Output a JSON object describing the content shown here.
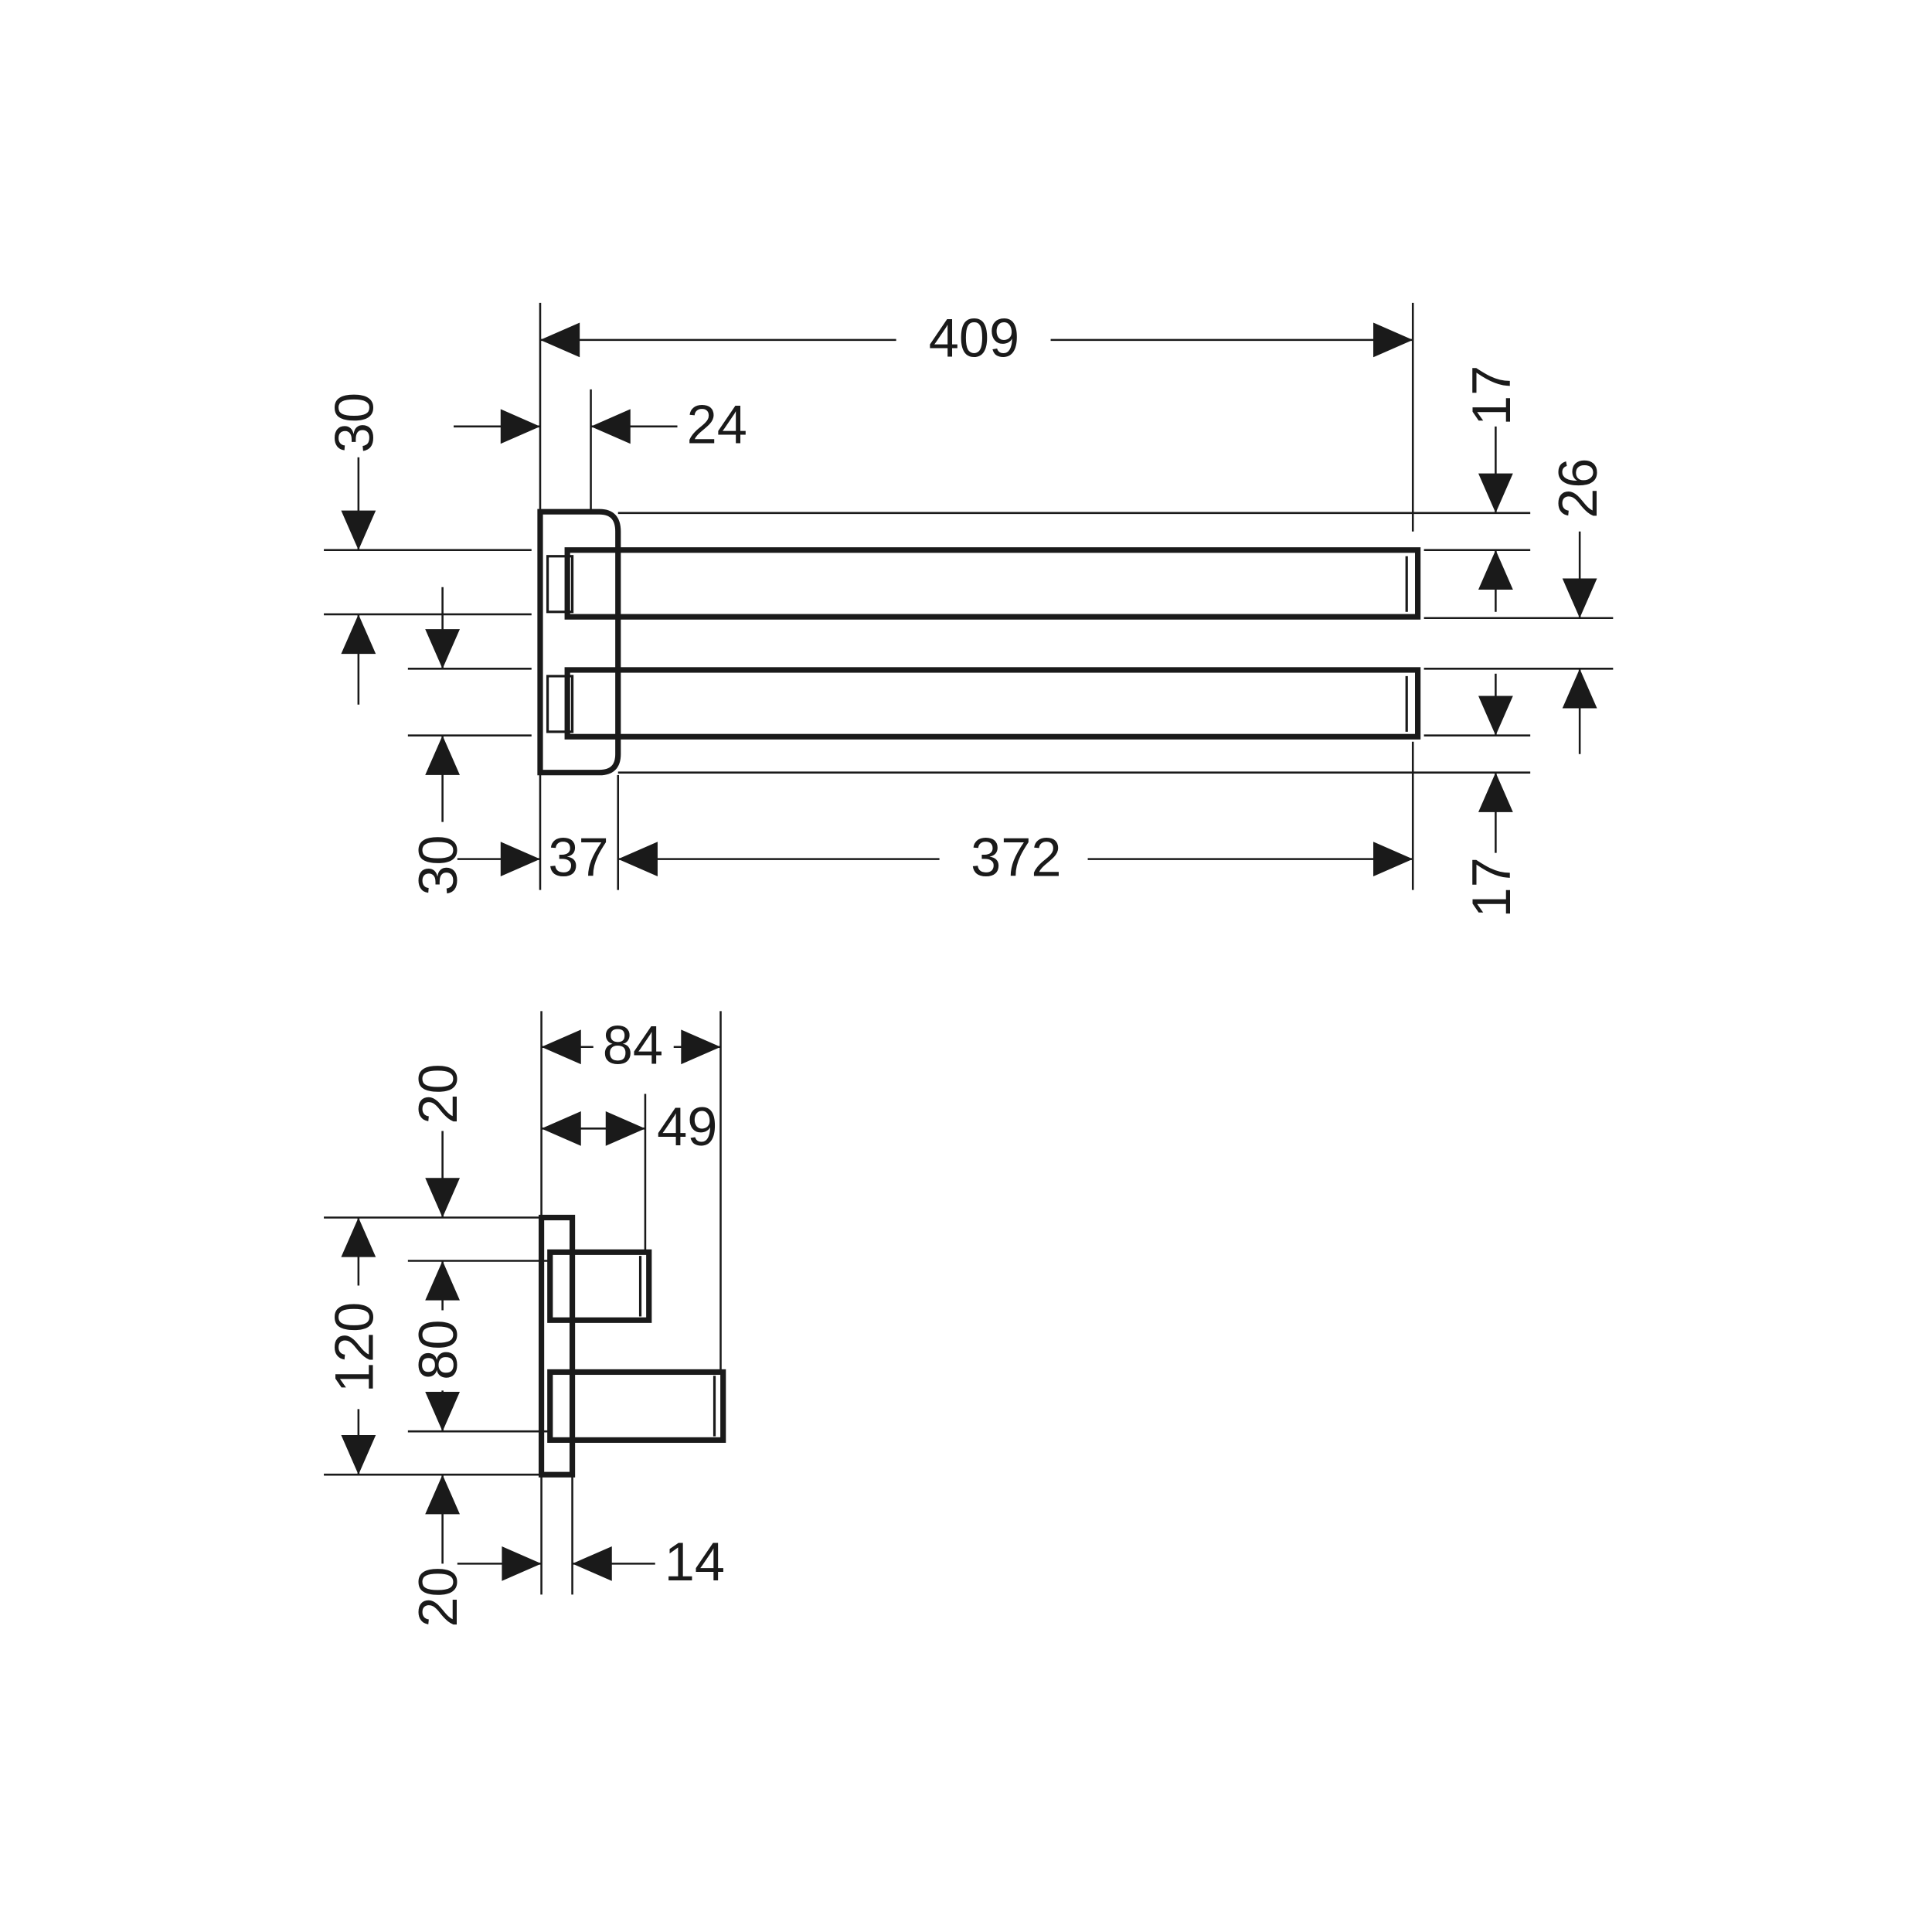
{
  "drawing": {
    "top_view": {
      "overall_length": "409",
      "bracket_depth": "24",
      "top_offset": "30",
      "bottom_offset": "30",
      "mount_width": "37",
      "arm_length": "372",
      "top_gap": "17",
      "bar_spacing": "26",
      "bottom_gap": "17"
    },
    "side_view": {
      "total_depth": "84",
      "arm_depth": "49",
      "top_offset": "20",
      "height": "120",
      "hole_spacing": "80",
      "bottom_offset": "20",
      "plate_thickness": "14"
    }
  }
}
